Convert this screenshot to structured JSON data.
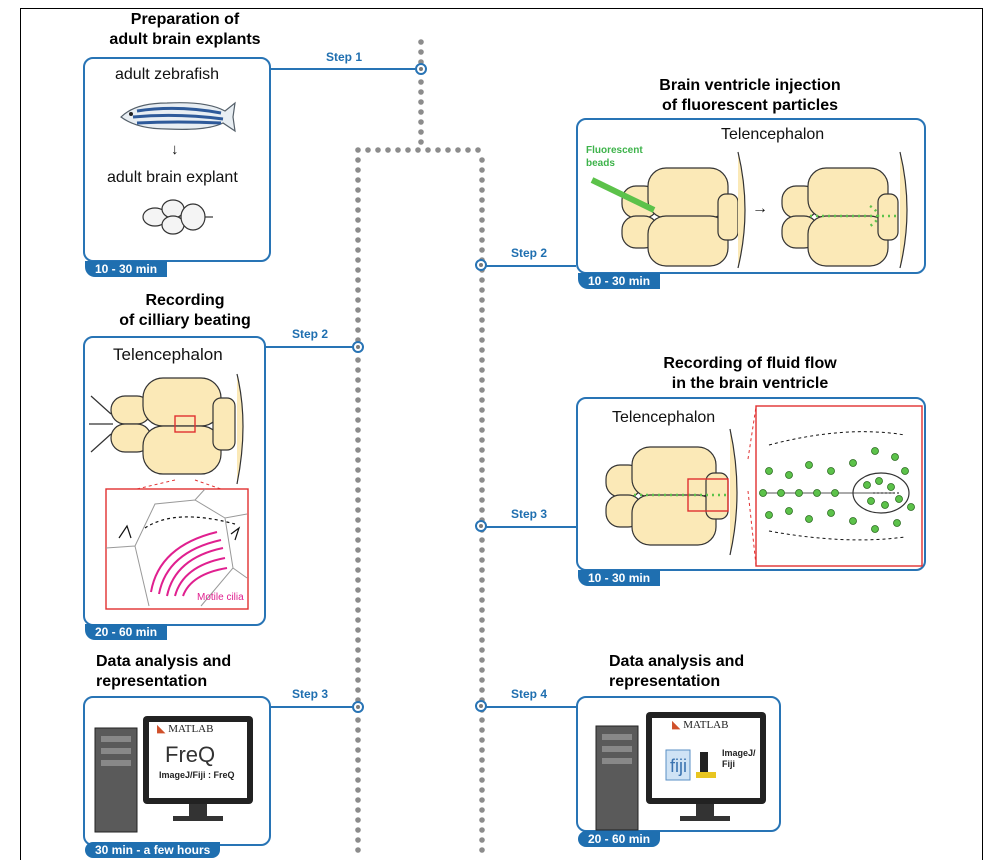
{
  "colors": {
    "accent": "#2874b5",
    "badge": "#1f6fb0",
    "brain": "#fbe9b7",
    "bead": "#5cc24a",
    "cilia": "#e0208f",
    "dot": "#8c8c8c"
  },
  "left": {
    "prep": {
      "title_line1": "Preparation of",
      "title_line2": "adult brain explants",
      "fish_label": "adult zebrafish",
      "explant_label": "adult brain explant",
      "arrow": "↓",
      "time": "10 - 30 min",
      "step": "Step 1"
    },
    "cilia": {
      "title_line1": "Recording",
      "title_line2": "of cilliary beating",
      "region_label": "Telencephalon",
      "inset_label": "Motile cilia",
      "time": "20 - 60 min",
      "step": "Step 2"
    },
    "analysis": {
      "title_line1": "Data analysis and",
      "title_line2": "representation",
      "matlab": "MATLAB",
      "freq_logo": "FreQ",
      "tool_label": "ImageJ/Fiji : FreQ",
      "time": "30 min - a few hours",
      "step": "Step 3"
    }
  },
  "right": {
    "injection": {
      "title_line1": "Brain ventricle injection",
      "title_line2": "of fluorescent particles",
      "region_label": "Telencephalon",
      "bead_label_line1": "Fluorescent",
      "bead_label_line2": "beads",
      "arrow": "→",
      "time": "10 - 30 min",
      "step": "Step 2"
    },
    "flow": {
      "title_line1": "Recording of fluid flow",
      "title_line2": "in the brain ventricle",
      "region_label": "Telencephalon",
      "time": "10 - 30 min",
      "step": "Step 3"
    },
    "analysis": {
      "title_line1": "Data analysis and",
      "title_line2": "representation",
      "matlab": "MATLAB",
      "tool_label_line1": "ImageJ/",
      "tool_label_line2": "Fiji",
      "time": "20 - 60 min",
      "step": "Step 4"
    }
  }
}
